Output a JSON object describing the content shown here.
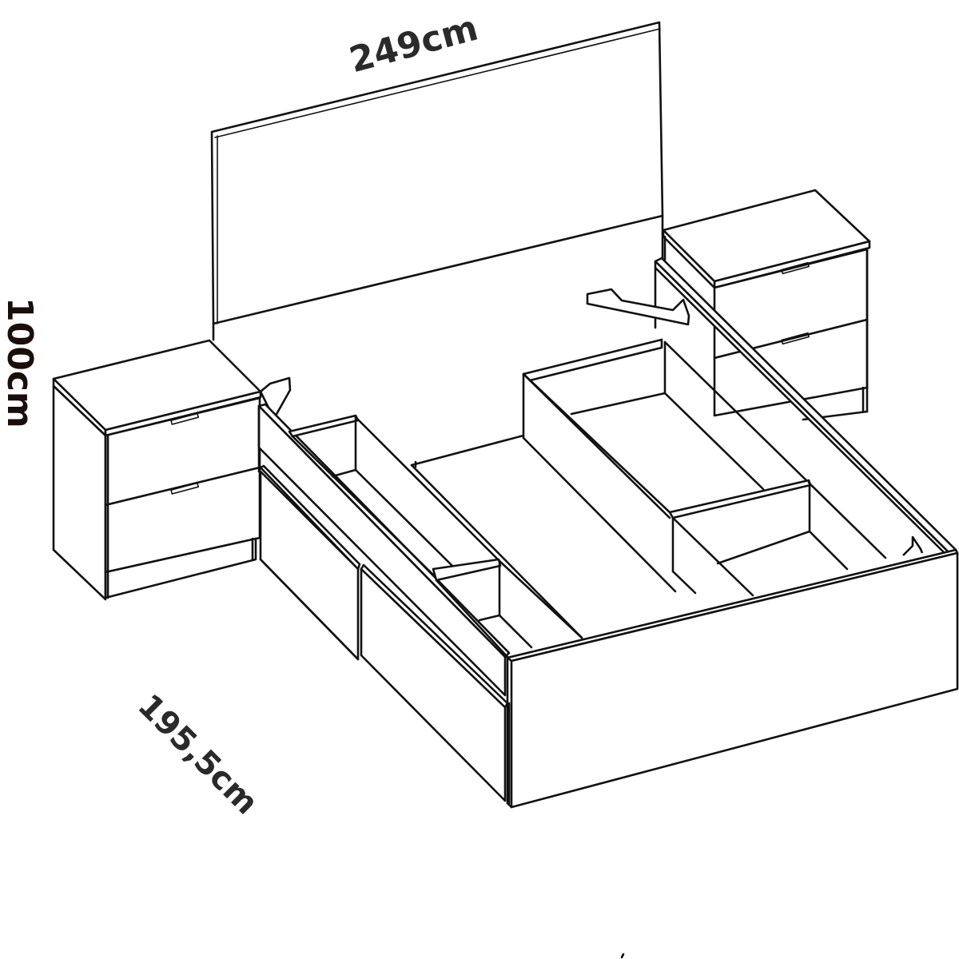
{
  "diagram": {
    "type": "furniture-dimension-drawing",
    "subject": "storage bed with headboard and two nightstands",
    "dimensions": {
      "width": "249cm",
      "height": "100cm",
      "depth": "195,5cm"
    },
    "components": [
      {
        "name": "headboard"
      },
      {
        "name": "left-nightstand",
        "drawers": 2
      },
      {
        "name": "right-nightstand",
        "drawers": 2
      },
      {
        "name": "bed-frame"
      },
      {
        "name": "left-side-drawer-front",
        "count": 2
      },
      {
        "name": "storage-compartments",
        "count": 4
      },
      {
        "name": "support-brackets",
        "count": 3
      }
    ],
    "colors": {
      "line": "#111111",
      "background": "#ffffff",
      "label": "#2a2a2a"
    }
  }
}
